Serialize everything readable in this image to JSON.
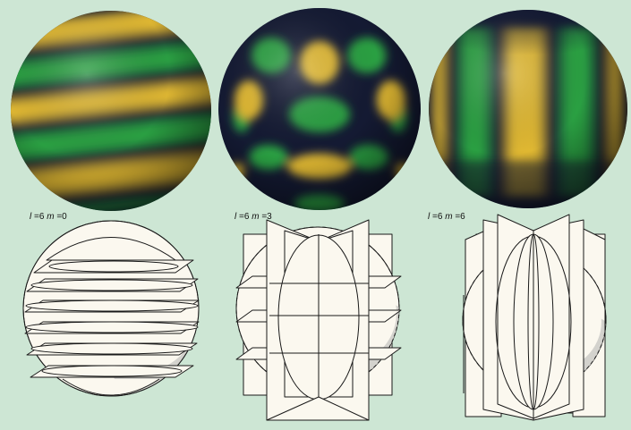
{
  "panels": [
    {
      "l": "6",
      "m": "0",
      "l_symbol": "l",
      "m_symbol": "m",
      "eq": "="
    },
    {
      "l": "6",
      "m": "3",
      "l_symbol": "l",
      "m_symbol": "m",
      "eq": "="
    },
    {
      "l": "6",
      "m": "6",
      "l_symbol": "l",
      "m_symbol": "m",
      "eq": "="
    }
  ],
  "colors": {
    "background": "#cde6d4",
    "green": "#2aa043",
    "yellow": "#e0b832",
    "node": "#141a33",
    "plane": "#fbf8ef",
    "shade": "#d3d2cd",
    "line": "#1a1a1a"
  }
}
